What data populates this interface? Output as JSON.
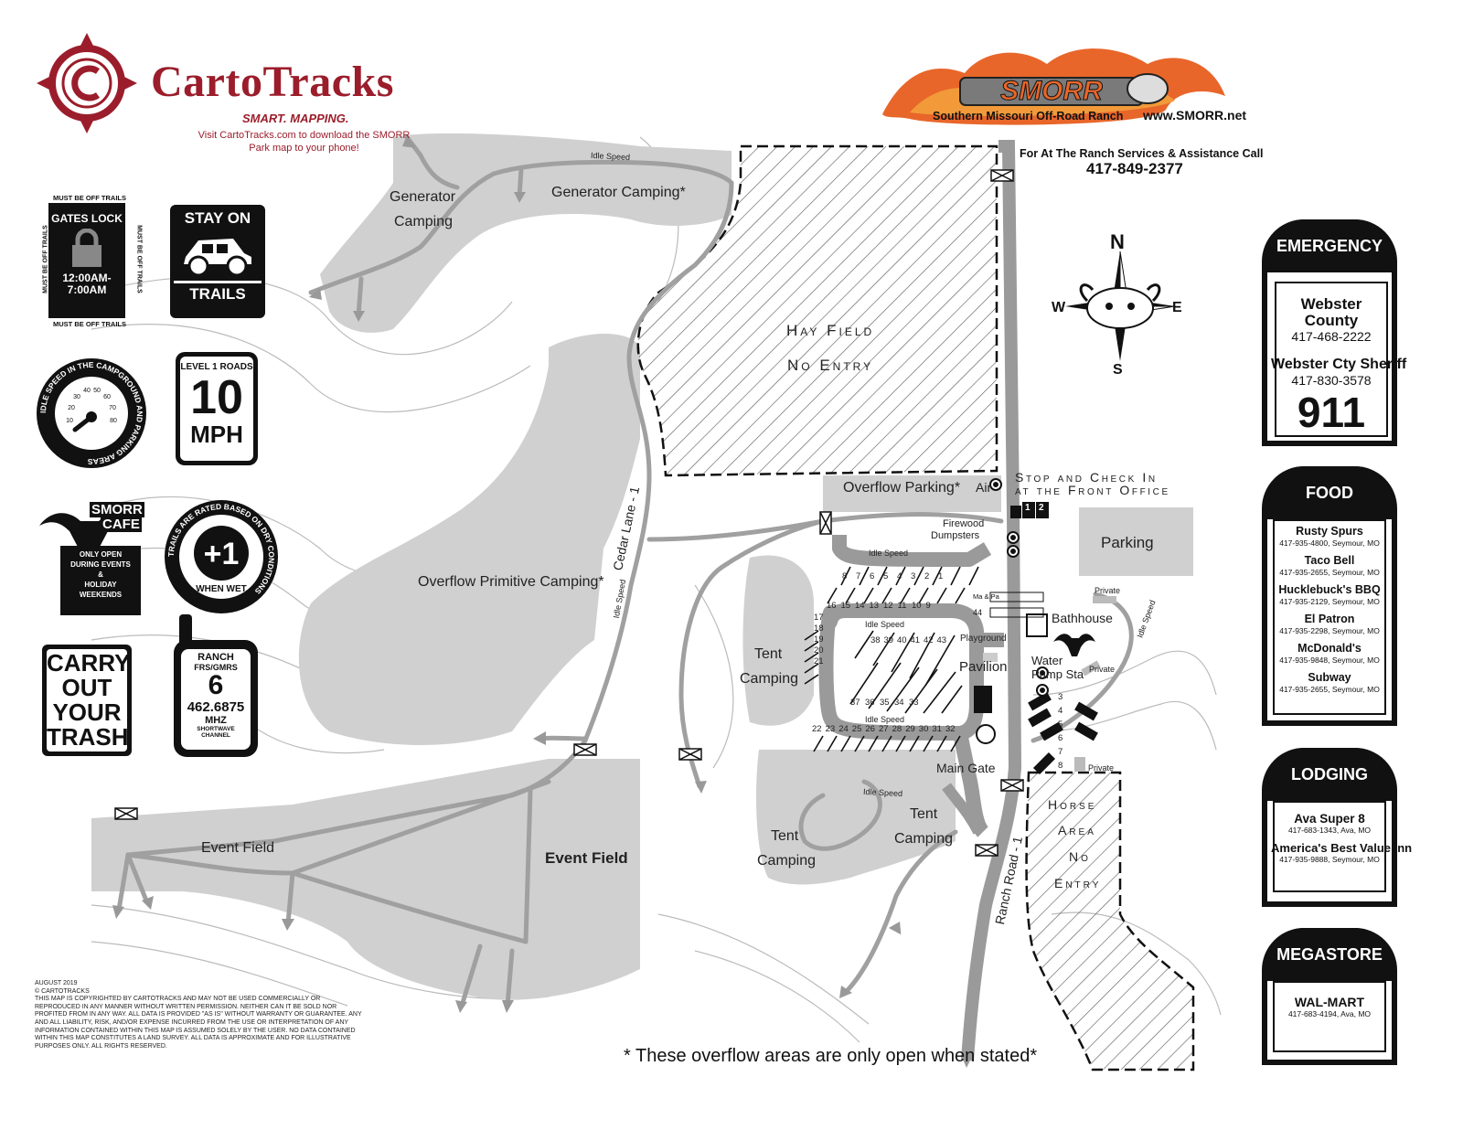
{
  "brand": {
    "name": "CartoTracks",
    "tagline": "SMART. MAPPING.",
    "download_note": "Visit CartoTracks.com to download the SMORR Park map to your phone!"
  },
  "smorr": {
    "logo_text": "SMORR",
    "ranch_name": "Southern Missouri Off-Road Ranch",
    "website": "www.SMORR.net",
    "assist_label": "For At The Ranch Services & Assistance Call",
    "assist_phone": "417-849-2377"
  },
  "compass": {
    "n": "N",
    "s": "S",
    "e": "E",
    "w": "W"
  },
  "signs": {
    "gates": {
      "border_text": "MUST BE OFF TRAILS",
      "title": "GATES LOCK",
      "hours_1": "12:00AM-",
      "hours_2": "7:00AM"
    },
    "stay_on": {
      "line1": "STAY ON",
      "line2": "TRAILS"
    },
    "idle": {
      "ring_text": "IDLE SPEED IN THE CAMPGROUND AND PARKING AREAS",
      "dial": [
        "10",
        "20",
        "30",
        "40",
        "50",
        "60",
        "70",
        "80"
      ]
    },
    "level1": {
      "line1": "LEVEL 1 ROADS",
      "number": "10",
      "unit": "MPH"
    },
    "cafe": {
      "name": "SMORR",
      "sub": "CAFE",
      "line1": "ONLY OPEN",
      "line2": "DURING EVENTS",
      "line3": "&",
      "line4": "HOLIDAY",
      "line5": "WEEKENDS"
    },
    "dry": {
      "ring_text": "TRAILS ARE RATED BASED ON DRY CONDITIONS",
      "center": "+1",
      "bottom": "WHEN WET"
    },
    "trash": {
      "line1": "CARRY",
      "line2": "OUT",
      "line3": "YOUR",
      "line4": "TRASH"
    },
    "radio": {
      "line1": "RANCH",
      "line2": "FRS/GMRS",
      "channel": "6",
      "freq": "462.6875",
      "unit": "MHZ",
      "line6": "SHORTWAVE",
      "line7": "CHANNEL"
    }
  },
  "panels": {
    "emergency": {
      "title": "EMERGENCY",
      "entries": [
        {
          "name": "Webster County",
          "phone": "417-468-2222"
        },
        {
          "name": "Webster Cty Sheriff",
          "phone": "417-830-3578"
        }
      ],
      "big": "911"
    },
    "food": {
      "title": "FOOD",
      "items": [
        {
          "name": "Rusty Spurs",
          "info": "417-935-4800, Seymour, MO"
        },
        {
          "name": "Taco Bell",
          "info": "417-935-2655, Seymour, MO"
        },
        {
          "name": "Hucklebuck's BBQ",
          "info": "417-935-2129, Seymour, MO"
        },
        {
          "name": "El Patron",
          "info": "417-935-2298, Seymour, MO"
        },
        {
          "name": "McDonald's",
          "info": "417-935-9848, Seymour, MO"
        },
        {
          "name": "Subway",
          "info": "417-935-2655, Seymour, MO"
        }
      ]
    },
    "lodging": {
      "title": "LODGING",
      "items": [
        {
          "name": "Ava Super 8",
          "info": "417-683-1343, Ava, MO"
        },
        {
          "name": "America's Best Value Inn",
          "info": "417-935-9888, Seymour, MO"
        }
      ]
    },
    "megastore": {
      "title": "MEGASTORE",
      "items": [
        {
          "name": "WAL-MART",
          "info": "417-683-4194, Ava, MO"
        }
      ]
    }
  },
  "map": {
    "labels": {
      "generator_camping_left_1": "Generator",
      "generator_camping_left_2": "Camping",
      "generator_camping_top": "Generator Camping*",
      "hay_field_1": "Hay Field",
      "hay_field_2": "No Entry",
      "overflow_parking": "Overflow Parking*",
      "air": "Air",
      "stop_1": "Stop and Check In",
      "stop_2": "at the Front Office",
      "firewood": "Firewood",
      "dumpsters": "Dumpsters",
      "parking": "Parking",
      "private": "Private",
      "bathhouse": "Bathhouse",
      "playground": "Playground",
      "pavilion": "Pavilion",
      "water": "Water",
      "pump_sta": "Pump Sta",
      "main_gate": "Main Gate",
      "horse_1": "Horse",
      "horse_2": "Area",
      "horse_3": "No",
      "horse_4": "Entry",
      "overflow_primitive": "Overflow Primitive Camping*",
      "cedar_lane": "Cedar Lane - 1",
      "ranch_road": "Ranch Road - 1",
      "tent_camping_1": "Tent",
      "tent_camping_2": "Camping",
      "event_field": "Event Field",
      "event_field_bold": "Event Field",
      "idle_speed": "Idle Speed",
      "ma_pa": "Ma & Pa",
      "site_44": "44"
    },
    "site_numbers_top": [
      "8",
      "7",
      "6",
      "5",
      "4",
      "3",
      "2",
      "1"
    ],
    "site_numbers_row2": [
      "16",
      "15",
      "14",
      "13",
      "12",
      "11",
      "10",
      "9"
    ],
    "site_numbers_left": [
      "17",
      "18",
      "19",
      "20",
      "21"
    ],
    "site_numbers_inner_top": [
      "38",
      "39",
      "40",
      "41",
      "42",
      "43"
    ],
    "site_numbers_inner_bottom": [
      "37",
      "36",
      "35",
      "34",
      "33"
    ],
    "site_numbers_bottom": [
      "22",
      "23",
      "24",
      "25",
      "26",
      "27",
      "28",
      "29",
      "30",
      "31",
      "32"
    ],
    "cabin_numbers": [
      "3",
      "4",
      "5",
      "6",
      "7",
      "8"
    ],
    "office_numbers": [
      "1",
      "2"
    ]
  },
  "footer": {
    "date": "AUGUST 2019",
    "copyright": "© CartoTracks",
    "disclaimer": "This map is copyrighted by CartoTracks and may not be used commercially or reproduced in any manner without written permission. Neither can it be sold nor profited from in any way. All data is provided \"as is\" without warranty or guarantee. Any and all liability, risk, and/or expense incurred from the use or interpretation of any information contained within this map is assumed solely by the user. No data contained within this map constitutes a land survey. All data is approximate and for illustrative purposes only. All rights reserved.",
    "overflow_note": "* These overflow areas are only open when stated*"
  }
}
